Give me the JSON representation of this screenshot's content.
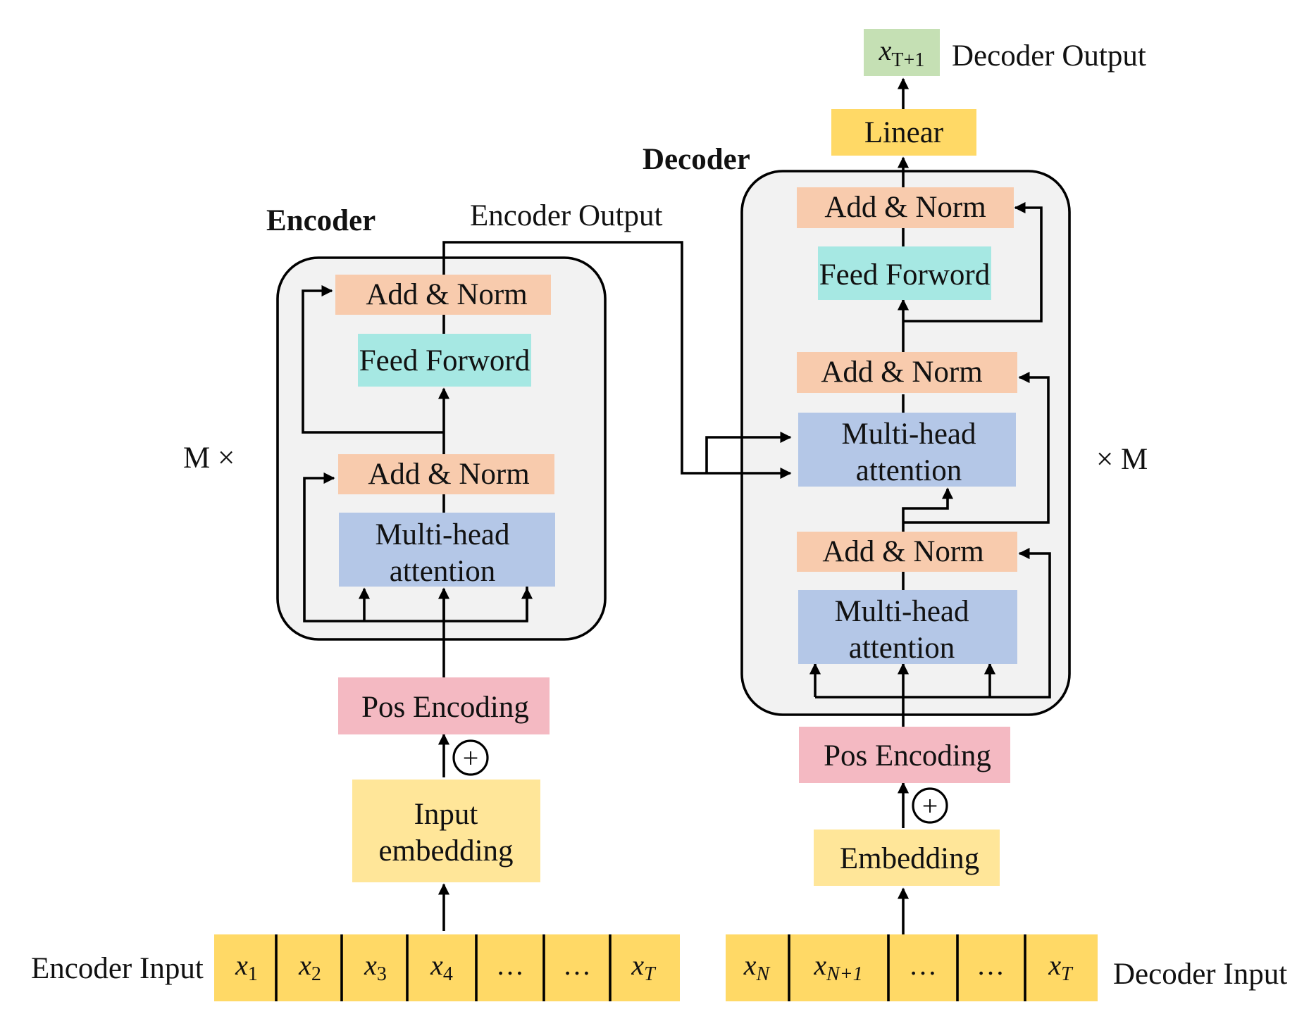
{
  "titles": {
    "encoder": "Encoder",
    "decoder": "Decoder"
  },
  "labels": {
    "encoder_output": "Encoder Output",
    "decoder_output": "Decoder Output",
    "encoder_input": "Encoder Input",
    "decoder_input": "Decoder Input",
    "repeat_left": "M ×",
    "repeat_right": "× M",
    "plus_symbol": "+"
  },
  "encoder": {
    "add_norm_top": "Add & Norm",
    "feed_forward": "Feed Forword",
    "add_norm_bottom": "Add & Norm",
    "mha_line1": "Multi-head",
    "mha_line2": "attention",
    "pos_encoding": "Pos Encoding",
    "input_embedding_line1": "Input",
    "input_embedding_line2": "embedding"
  },
  "decoder": {
    "output_token": {
      "base": "x",
      "sub": "T+1"
    },
    "linear": "Linear",
    "add_norm_top": "Add & Norm",
    "feed_forward": "Feed Forword",
    "add_norm_mid": "Add & Norm",
    "cross_mha_line1": "Multi-head",
    "cross_mha_line2": "attention",
    "add_norm_bottom": "Add & Norm",
    "self_mha_line1": "Multi-head",
    "self_mha_line2": "attention",
    "pos_encoding": "Pos Encoding",
    "embedding": "Embedding"
  },
  "encoder_input_tokens": [
    {
      "base": "x",
      "sub": "1"
    },
    {
      "base": "x",
      "sub": "2"
    },
    {
      "base": "x",
      "sub": "3"
    },
    {
      "base": "x",
      "sub": "4"
    },
    {
      "base": "…",
      "sub": ""
    },
    {
      "base": "…",
      "sub": ""
    },
    {
      "base": "x",
      "sub": "T"
    }
  ],
  "decoder_input_tokens": [
    {
      "base": "x",
      "sub": "N"
    },
    {
      "base": "x",
      "sub": "N+1"
    },
    {
      "base": "…",
      "sub": ""
    },
    {
      "base": "…",
      "sub": ""
    },
    {
      "base": "x",
      "sub": "T"
    }
  ],
  "colors": {
    "add_norm": "#f8cbad",
    "feed_forward": "#a6e8e3",
    "attention": "#b4c7e7",
    "pos_encoding": "#f4b9c2",
    "embedding": "#ffe699",
    "linear": "#ffd966",
    "tokens": "#ffd966",
    "output_token": "#c5e0b4",
    "container_fill": "#f2f2f2"
  }
}
